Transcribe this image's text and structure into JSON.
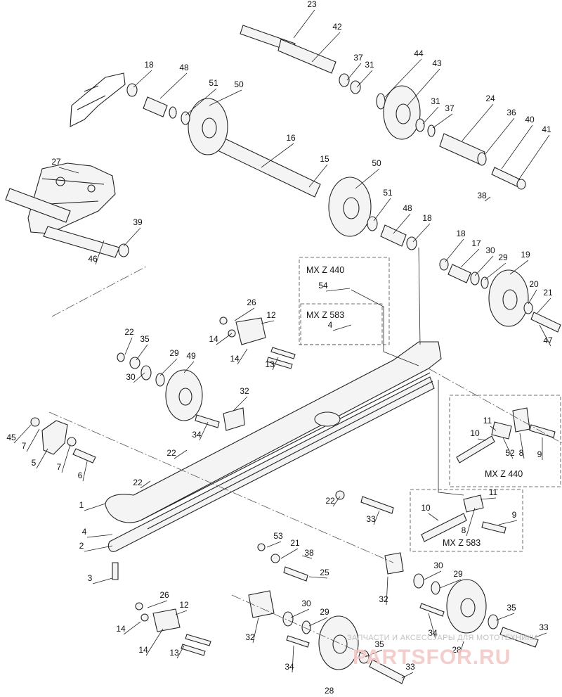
{
  "page": {
    "number": "28"
  },
  "variant_boxes": {
    "top_mxz440": "MX Z 440",
    "top_mxz583": "MX Z 583",
    "right_mxz440": "MX Z 440",
    "right_mxz583": "MX Z 583"
  },
  "callouts": {
    "c23": "23",
    "c42": "42",
    "c37a": "37",
    "c31a": "31",
    "c44": "44",
    "c43": "43",
    "c18a": "18",
    "c48a": "48",
    "c51a": "51",
    "c50a": "50",
    "c31b": "31",
    "c37b": "37",
    "c24": "24",
    "c36": "36",
    "c40": "40",
    "c41": "41",
    "c16": "16",
    "c15": "15",
    "c50b": "50",
    "c51b": "51",
    "c48b": "48",
    "c18b": "18",
    "c38a": "38",
    "c27": "27",
    "c39": "39",
    "c46": "46",
    "c18c": "18",
    "c17": "17",
    "c30a": "30",
    "c29a": "29",
    "c19": "19",
    "c20": "20",
    "c21a": "21",
    "c47": "47",
    "c54": "54",
    "c4a": "4",
    "c26a": "26",
    "c12a": "12",
    "c14a": "14",
    "c14b": "14",
    "c13a": "13",
    "c22a": "22",
    "c35a": "35",
    "c29b": "29",
    "c30b": "30",
    "c49": "49",
    "c32a": "32",
    "c34a": "34",
    "c45": "45",
    "c7a": "7",
    "c7b": "7",
    "c5": "5",
    "c6": "6",
    "c22b": "22",
    "c22c": "22",
    "c22d": "22",
    "c33a": "33",
    "c1": "1",
    "c4b": "4",
    "c2": "2",
    "c3": "3",
    "c10a": "10",
    "c11a": "11",
    "c52": "52",
    "c8a": "8",
    "c9a": "9",
    "c10b": "10",
    "c11b": "11",
    "c9b": "9",
    "c8b": "8",
    "c53": "53",
    "c21b": "21",
    "c38b": "38",
    "c25": "25",
    "c30c": "30",
    "c29c": "29",
    "c32b": "32",
    "c34b": "34",
    "c35b": "35",
    "c33b": "33",
    "c26b": "26",
    "c12b": "12",
    "c14c": "14",
    "c14d": "14",
    "c13b": "13",
    "c32c": "32",
    "c30d": "30",
    "c29d": "29",
    "c34c": "34",
    "c35c": "35",
    "c28": "28",
    "c33c": "33"
  },
  "watermark": {
    "tagline": "ЗАПЧАСТИ И АКСЕССУАРЫ ДЛЯ МОТОТЕХНИКИ",
    "logo": "PARTSFOR.RU"
  }
}
